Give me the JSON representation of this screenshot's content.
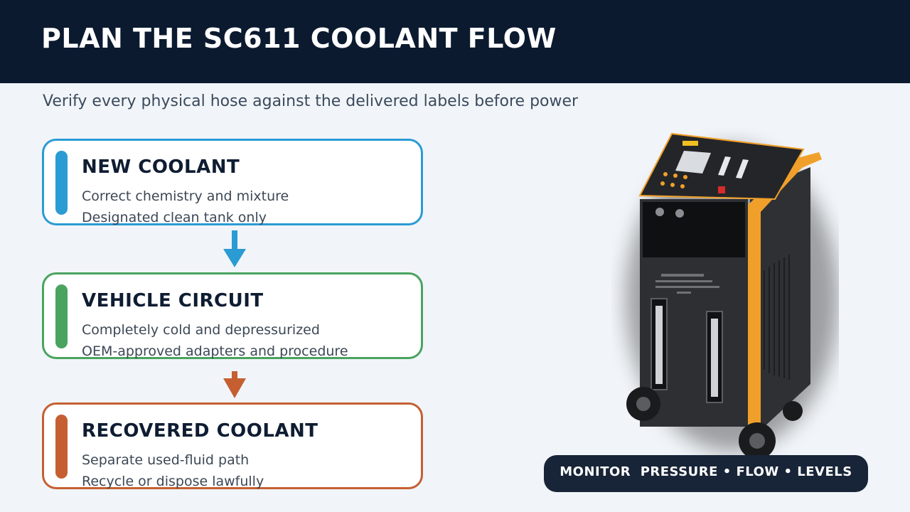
{
  "header": {
    "title": "PLAN THE SC611 COOLANT FLOW"
  },
  "subtitle": "Verify every physical hose against the delivered labels before power",
  "steps": [
    {
      "title": "NEW COOLANT",
      "lines": [
        "Correct chemistry and mixture",
        "Designated clean tank only"
      ],
      "color": "#2b9bd4"
    },
    {
      "title": "VEHICLE CIRCUIT",
      "lines": [
        "Completely cold and depressurized",
        "OEM-approved adapters and procedure"
      ],
      "color": "#4aa35f"
    },
    {
      "title": "RECOVERED COOLANT",
      "lines": [
        "Separate used-fluid path",
        "Recycle or dispose lawfully"
      ],
      "color": "#c55f31"
    }
  ],
  "badge": {
    "text": "MONITOR  PRESSURE • FLOW • LEVELS"
  },
  "colors": {
    "header_bg": "#0b1a2f",
    "page_bg": "#f1f5f9",
    "machine_body": "#2b2d31",
    "machine_accent": "#f0a02a"
  }
}
